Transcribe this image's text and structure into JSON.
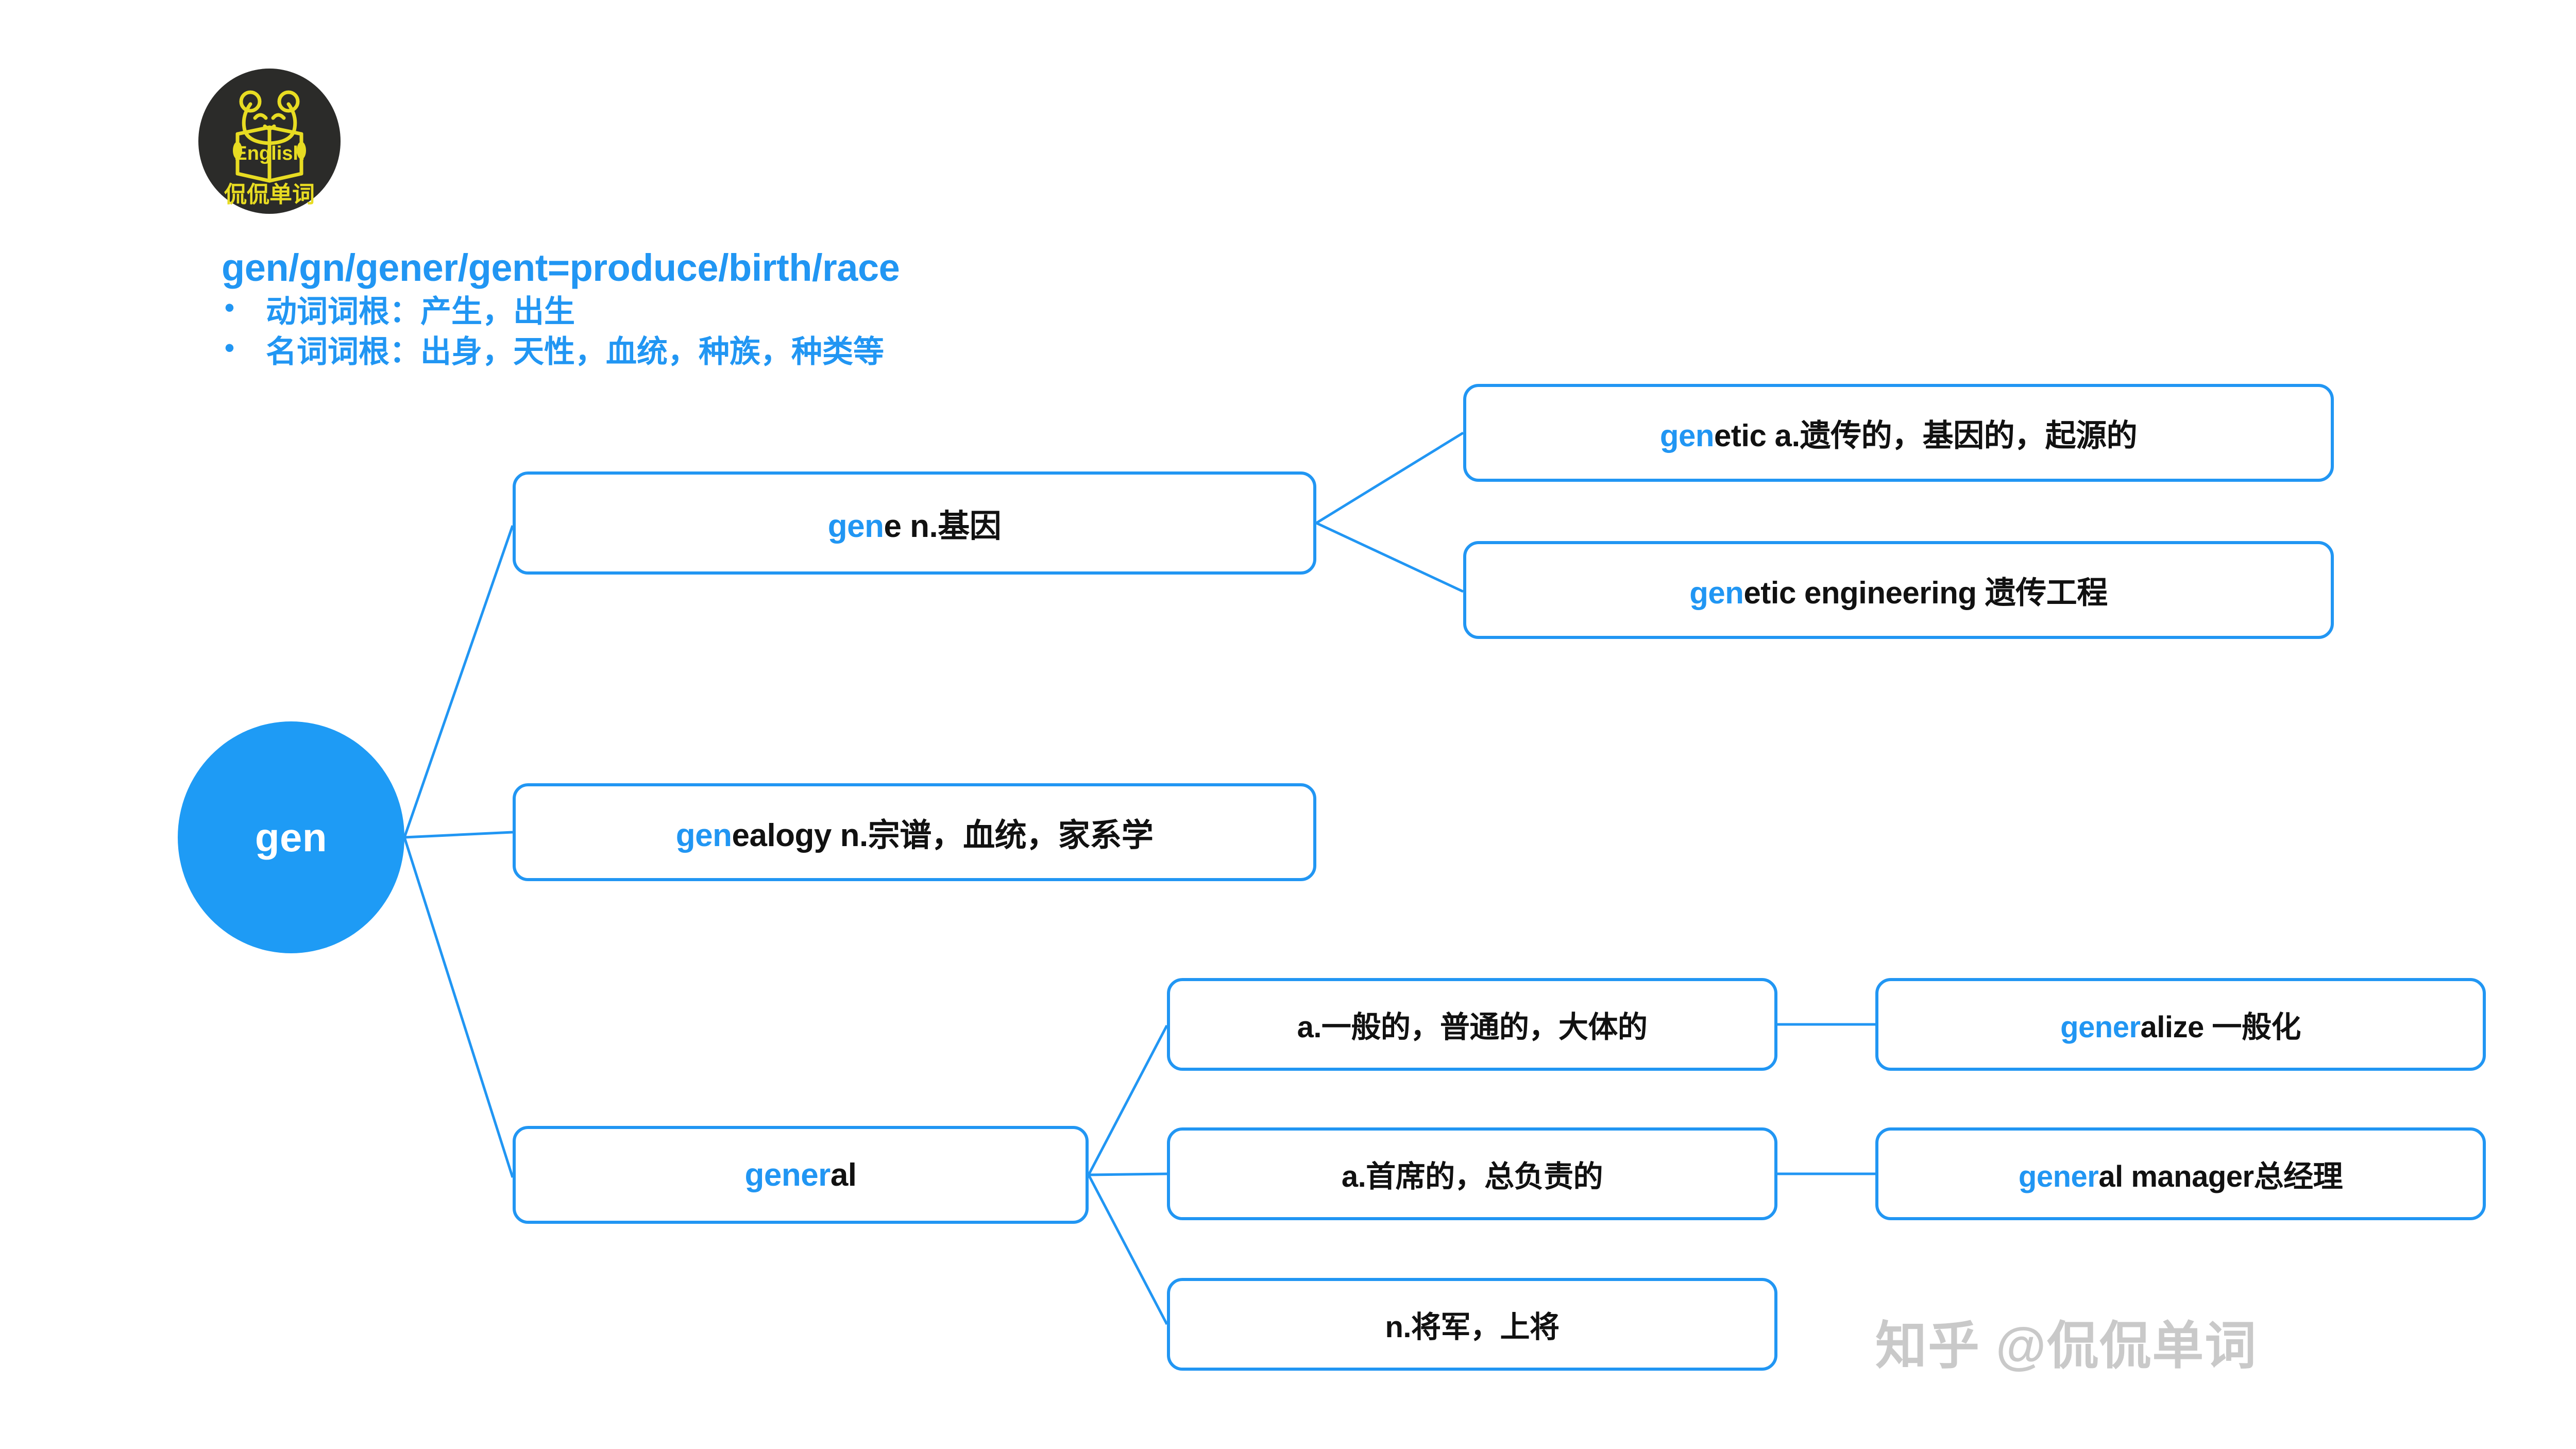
{
  "logo": {
    "brand_text": "English",
    "sub_text": "侃侃单词",
    "background_color": "#2b2b29",
    "mark_color": "#e8dc22",
    "icon": "panda-reading-book-icon"
  },
  "header": {
    "root_line": "gen/gn/gener/gent=produce/birth/race",
    "bullets": [
      "动词词根：产生，出生",
      "名词词根：出身，天性，血统，种族，种类等"
    ]
  },
  "colors": {
    "accent_blue": "#2196F3",
    "node_circle_blue": "#1E9BF5",
    "text_black": "#111111",
    "watermark_gray": "#c9c9c9"
  },
  "root": {
    "label": "gen"
  },
  "nodes": {
    "gene": {
      "prefix": "gen",
      "rest": "e n.基因"
    },
    "genetic": {
      "prefix": "gen",
      "rest": "etic a.遗传的，基因的，起源的"
    },
    "genetic_engineering": {
      "prefix": "gen",
      "rest": "etic engineering 遗传工程"
    },
    "genealogy": {
      "prefix": "gen",
      "rest": "ealogy n.宗谱，血统，家系学"
    },
    "general": {
      "prefix": "gener",
      "rest": "al"
    },
    "def1": {
      "prefix": "",
      "rest": "a.一般的，普通的，大体的"
    },
    "def2": {
      "prefix": "",
      "rest": "a.首席的，总负责的"
    },
    "def3": {
      "prefix": "",
      "rest": "n.将军，上将"
    },
    "generalize": {
      "prefix": "gener",
      "rest": "alize 一般化"
    },
    "general_manager": {
      "prefix": "gener",
      "rest": "al manager总经理"
    }
  },
  "watermark": {
    "text": "知乎 @侃侃单词"
  },
  "chart_data": {
    "type": "diagram",
    "title": "gen/gn/gener/gent word-root mind map",
    "layout": "radial-tree",
    "root": "gen",
    "edges": [
      {
        "from": "gen",
        "to": "gene n.基因"
      },
      {
        "from": "gen",
        "to": "genealogy n.宗谱，血统，家系学"
      },
      {
        "from": "gen",
        "to": "general"
      },
      {
        "from": "gene n.基因",
        "to": "genetic a.遗传的，基因的，起源的"
      },
      {
        "from": "gene n.基因",
        "to": "genetic engineering 遗传工程"
      },
      {
        "from": "general",
        "to": "a.一般的，普通的，大体的"
      },
      {
        "from": "general",
        "to": "a.首席的，总负责的"
      },
      {
        "from": "general",
        "to": "n.将军，上将"
      },
      {
        "from": "a.一般的，普通的，大体的",
        "to": "generalize 一般化"
      },
      {
        "from": "a.首席的，总负责的",
        "to": "general manager总经理"
      }
    ]
  }
}
